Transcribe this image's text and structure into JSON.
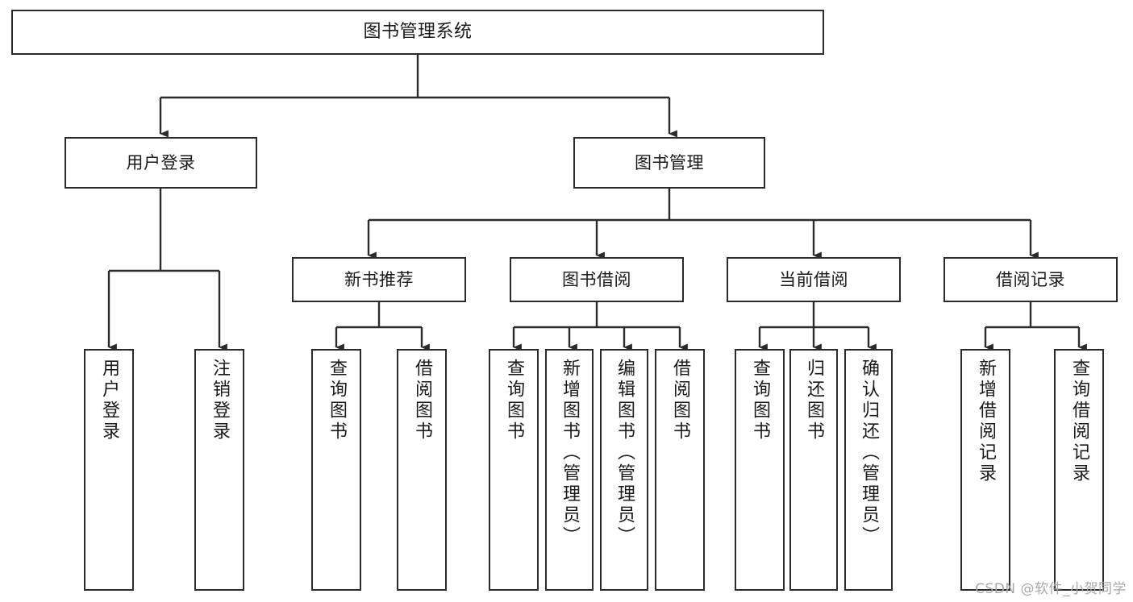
{
  "diagram": {
    "type": "tree",
    "title": "图书管理系统",
    "watermark": "CSDN @软件_小贺同学",
    "colors": {
      "box_stroke": "#2b2b2b",
      "box_fill": "#ffffff",
      "edge": "#2b2b2b",
      "text": "#1a1a1a",
      "watermark": "#a8a8a8"
    },
    "nodes": {
      "root": {
        "label": "图书管理系统"
      },
      "level2": [
        {
          "label": "用户登录"
        },
        {
          "label": "图书管理"
        }
      ],
      "level3": [
        {
          "label": "新书推荐"
        },
        {
          "label": "图书借阅"
        },
        {
          "label": "当前借阅"
        },
        {
          "label": "借阅记录"
        }
      ],
      "leaves": {
        "user_login": [
          {
            "label": "用户登录"
          },
          {
            "label": "注销登录"
          }
        ],
        "new_books": [
          {
            "label": "查询图书"
          },
          {
            "label": "借阅图书"
          }
        ],
        "book_borrow": [
          {
            "label": "查询图书"
          },
          {
            "label": "新增图书（管理员）"
          },
          {
            "label": "编辑图书（管理员）"
          },
          {
            "label": "借阅图书"
          }
        ],
        "current_borrow": [
          {
            "label": "查询图书"
          },
          {
            "label": "归还图书"
          },
          {
            "label": "确认归还（管理员）"
          }
        ],
        "borrow_records": [
          {
            "label": "新增借阅记录"
          },
          {
            "label": "查询借阅记录"
          }
        ]
      }
    }
  }
}
